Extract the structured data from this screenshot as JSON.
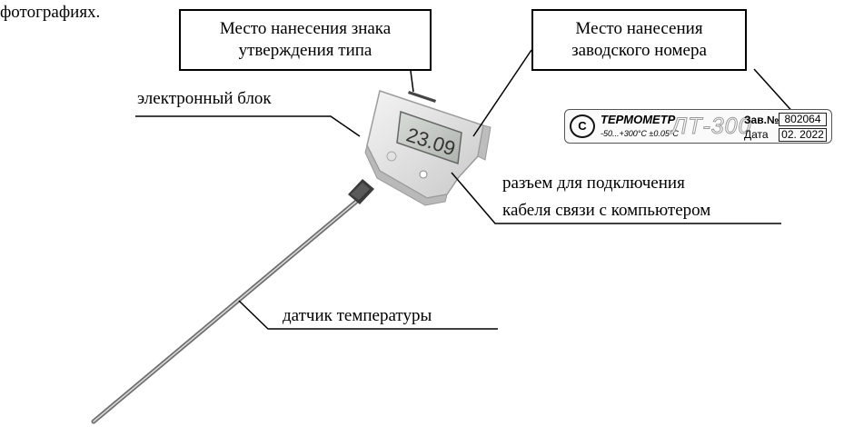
{
  "top_text": "фотографиях.",
  "labels": {
    "type_approval": {
      "line1": "Место нанесения знака",
      "line2": "утверждения типа"
    },
    "serial_place": {
      "line1": "Место нанесения",
      "line2": "заводского номера"
    },
    "electronic_unit": "электронный блок",
    "connector": {
      "line1": "разъем для подключения",
      "line2": "кабеля связи с компьютером"
    },
    "sensor": "датчик температуры"
  },
  "plate": {
    "logo_icon": "pattern-approval-logo-icon",
    "title": "ТЕРМОМЕТР",
    "range": "-50...+300°C  ±0.05°C",
    "model": "ЛТ-300",
    "serial_label": "Зав.№",
    "serial_value": "802064",
    "date_label": "Дата",
    "date_value": "02. 2022"
  },
  "device_display": "23.09"
}
